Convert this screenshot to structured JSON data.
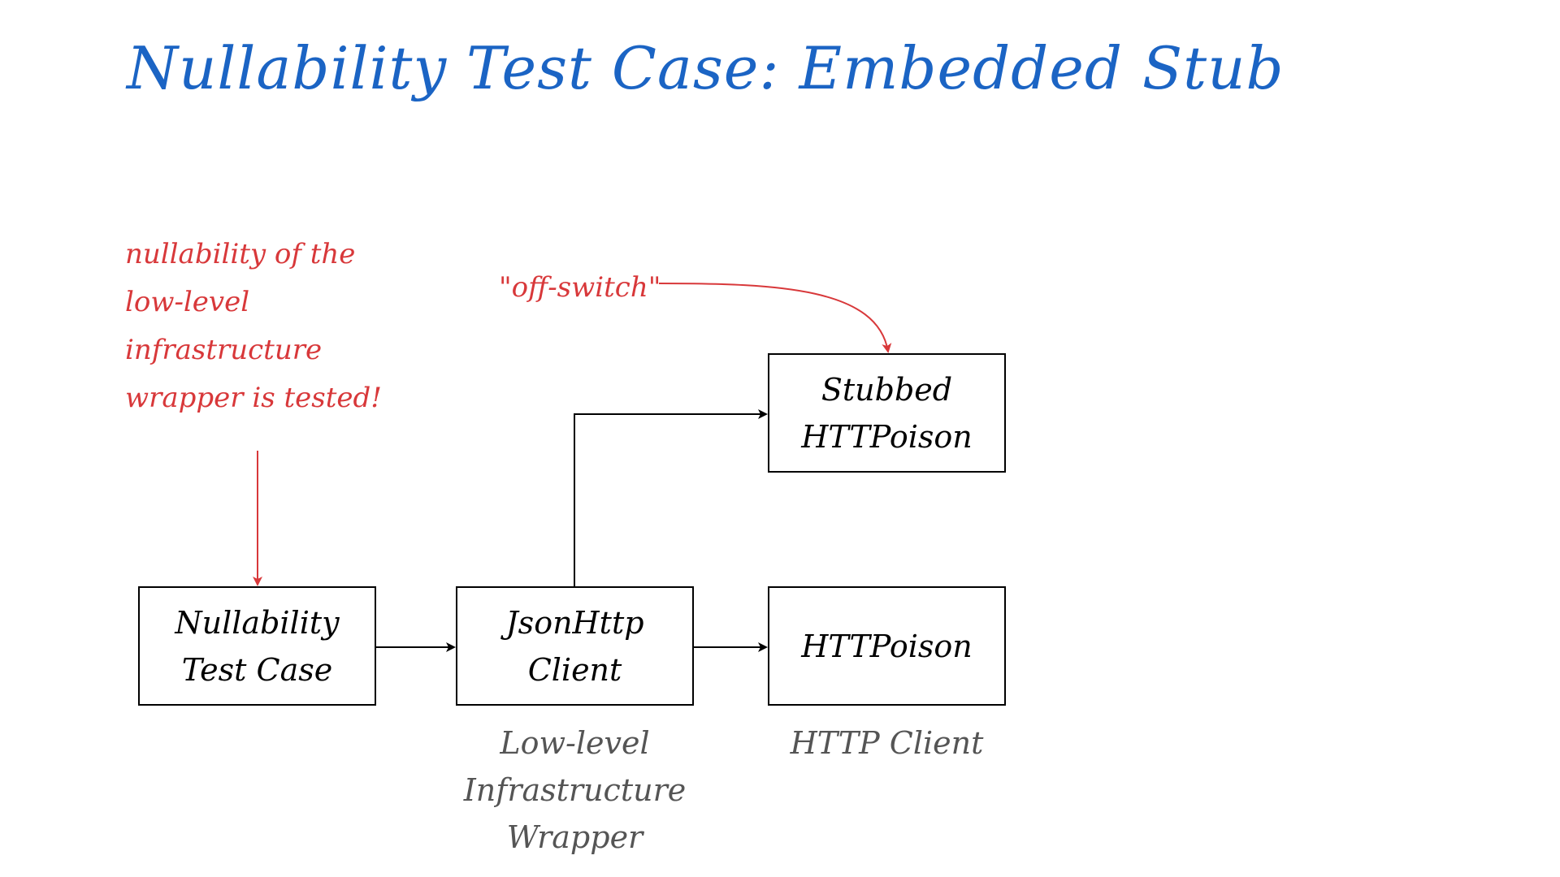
{
  "title": "Nullability Test Case: Embedded Stub",
  "annotations": {
    "note_lines": [
      "nullability of the",
      "low-level",
      "infrastructure",
      "wrapper is tested!"
    ],
    "off_switch": "\"off-switch\""
  },
  "boxes": {
    "test_case": {
      "line1": "Nullability",
      "line2": "Test Case"
    },
    "jsonhttp": {
      "line1": "JsonHttp",
      "line2": "Client"
    },
    "httpoison": {
      "line1": "HTTPoison"
    },
    "stubbed": {
      "line1": "Stubbed",
      "line2": "HTTPoison"
    }
  },
  "captions": {
    "wrapper": [
      "Low-level",
      "Infrastructure",
      "Wrapper"
    ],
    "http": "HTTP Client"
  },
  "colors": {
    "title": "#1b64c4",
    "annotation": "#d8383a",
    "caption": "#555555",
    "box_border": "#000000"
  }
}
